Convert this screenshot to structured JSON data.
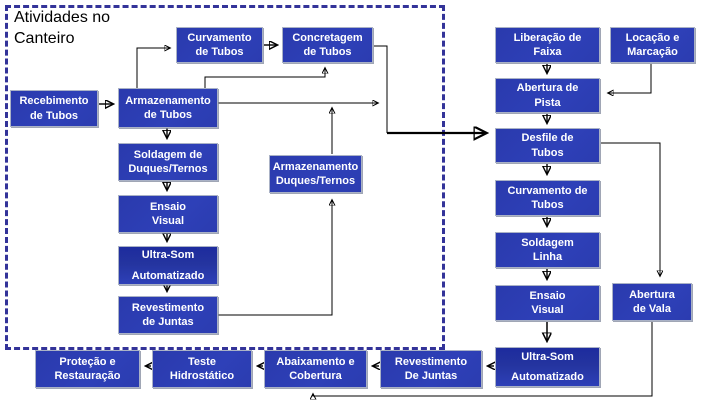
{
  "region": {
    "title": "Atividades no\nCanteiro"
  },
  "colors": {
    "node_fill": "#2E3EB4",
    "node_fill_ultra_top": "#1D2B9E",
    "dashed_border": "#333399",
    "node_text": "#FFFFFF",
    "connector": "#000000",
    "background": "#FFFFFF"
  },
  "nodes": {
    "recebimento_tubos": {
      "label": "Recebimento\nde Tubos"
    },
    "armazenamento_tubos": {
      "label": "Armazenamento\nde Tubos"
    },
    "curvamento_canteiro": {
      "label": "Curvamento\nde Tubos"
    },
    "concretagem_tubos": {
      "label": "Concretagem\nde Tubos"
    },
    "soldagem_duques": {
      "label": "Soldagem de\nDuques/Ternos"
    },
    "ensaio_visual_canteiro": {
      "label": "Ensaio\nVisual"
    },
    "ultrasom_canteiro": {
      "label": "Ultra-Som\nAutomatizado"
    },
    "revestimento_canteiro": {
      "label": "Revestimento\nde Juntas"
    },
    "armazenamento_duques": {
      "label": "Armazenamento\nDuques/Ternos"
    },
    "liberacao_faixa": {
      "label": "Liberação de\nFaixa"
    },
    "locacao_marcacao": {
      "label": "Locação e\nMarcação"
    },
    "abertura_pista": {
      "label": "Abertura de\nPista"
    },
    "desfile_tubos": {
      "label": "Desfile de\nTubos"
    },
    "curvamento_linha": {
      "label": "Curvamento de\nTubos"
    },
    "soldagem_linha": {
      "label": "Soldagem\nLinha"
    },
    "ensaio_visual_linha": {
      "label": "Ensaio\nVisual"
    },
    "abertura_vala": {
      "label": "Abertura\nde Vala"
    },
    "ultrasom_linha": {
      "label": "Ultra-Som\nAutomatizado"
    },
    "revestimento_linha": {
      "label": "Revestimento\nDe Juntas"
    },
    "abaixamento_cobertura": {
      "label": "Abaixamento e\nCobertura"
    },
    "teste_hidrostatico": {
      "label": "Teste\nHidrostático"
    },
    "protecao_restauracao": {
      "label": "Proteção e\nRestauração"
    }
  }
}
